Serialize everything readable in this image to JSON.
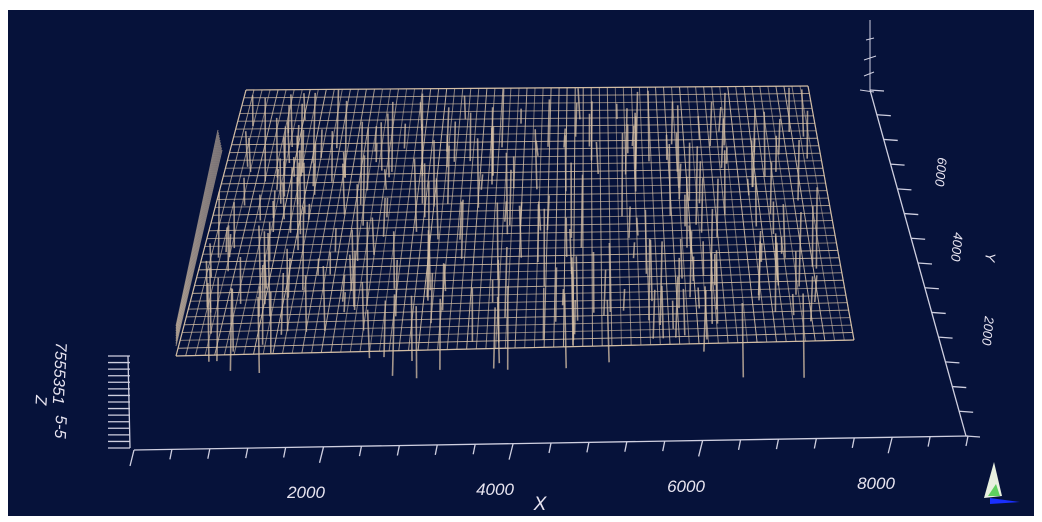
{
  "colors": {
    "background": "#06123a",
    "mesh": "#d9c3a8",
    "axis": "#cfcfe0",
    "label": "#e8e4f0"
  },
  "x_axis": {
    "title": "X",
    "ticks": [
      "2000",
      "4000",
      "6000",
      "8000"
    ]
  },
  "y_axis": {
    "title": "Y",
    "ticks": [
      "2000",
      "4000",
      "6000"
    ]
  },
  "z_axis": {
    "title": "Z",
    "ticks": [
      "7555351",
      "5-5"
    ]
  },
  "orientation_widget": {
    "icon": "orientation-axes-icon"
  }
}
